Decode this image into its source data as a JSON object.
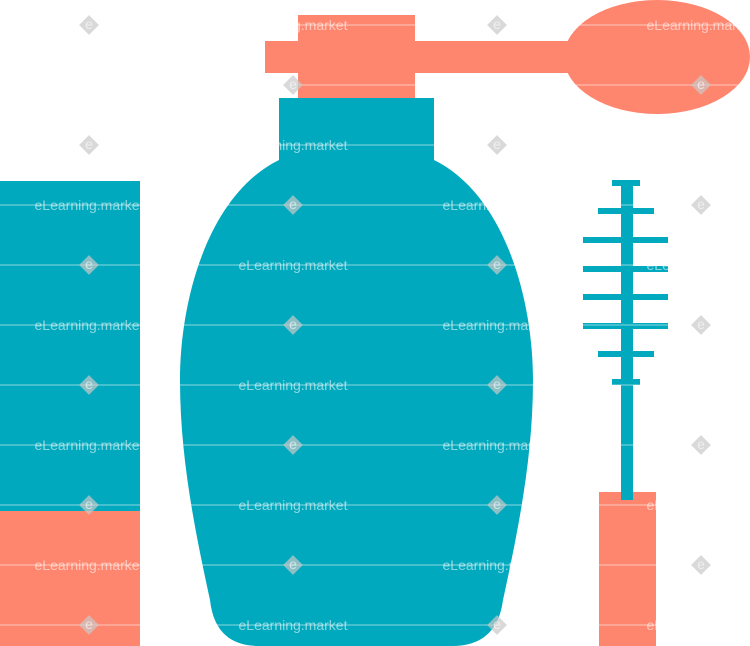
{
  "colors": {
    "background": "#ffffff",
    "teal": "#00A9BD",
    "coral": "#FF866E",
    "watermark_line": "#ffffff",
    "watermark_diamond": "#c9c9c9"
  },
  "objects": [
    {
      "name": "cosmetic-jar",
      "icon": "jar-icon"
    },
    {
      "name": "perfume-atomizer-bottle",
      "icon": "perfume-bottle-icon"
    },
    {
      "name": "mascara-wand",
      "icon": "mascara-icon"
    }
  ],
  "watermark": {
    "text": "eLearning.market",
    "mark": "e"
  }
}
